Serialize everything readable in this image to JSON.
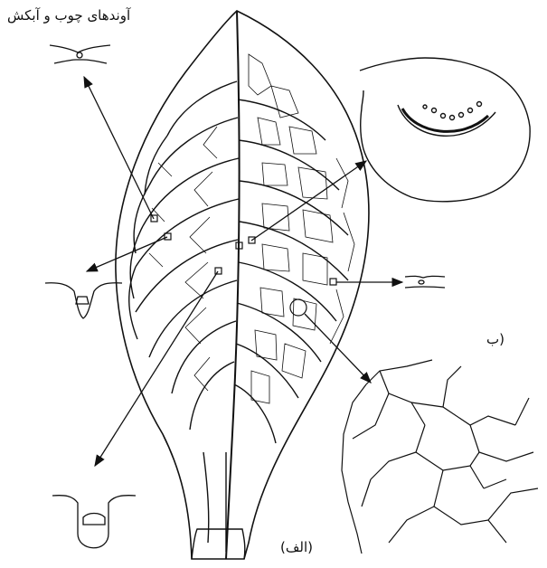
{
  "labels": {
    "title": "آوندهای چوب و آبکش",
    "panel_b": "(ب",
    "panel_alef": "(الف)"
  },
  "colors": {
    "ink": "#111111",
    "background": "#ffffff"
  },
  "icons": [
    "leaf-outline",
    "midrib",
    "secondary-veins",
    "vein-network",
    "vascular-bundle-section",
    "arrow"
  ]
}
